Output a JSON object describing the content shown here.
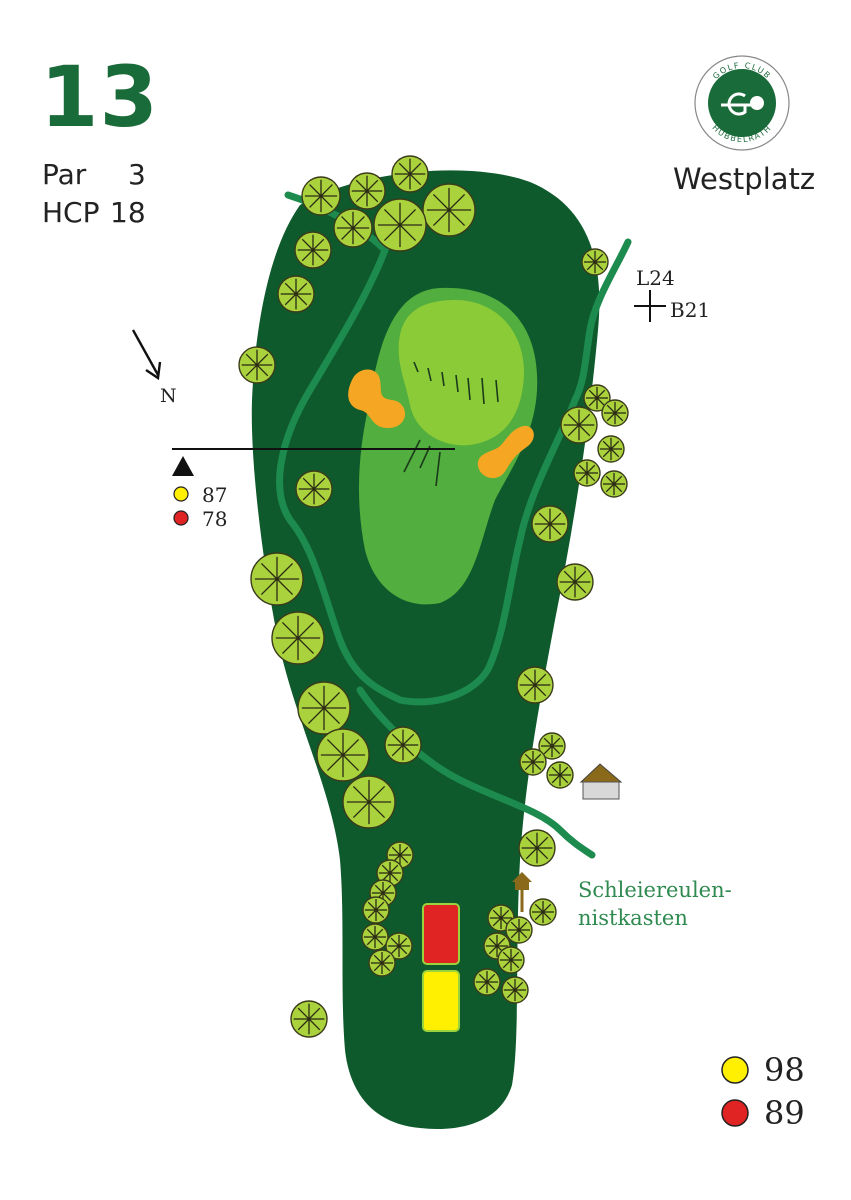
{
  "hole": {
    "number": "13",
    "par_label": "Par",
    "par": "3",
    "hcp_label": "HCP",
    "hcp": "18"
  },
  "course": {
    "name": "Westplatz"
  },
  "logo": {
    "top_text": "GOLF CLUB",
    "bottom_text": "HUBBELRATH",
    "color": "#1a6b3a"
  },
  "reference": {
    "l": "L24",
    "b": "B21"
  },
  "compass": {
    "label": "N"
  },
  "distance_marker": {
    "yellow": "87",
    "red": "78"
  },
  "annotation": {
    "line1": "Schleiereulen-",
    "line2": "nistkasten"
  },
  "tees": {
    "yellow": "98",
    "red": "89"
  },
  "colors": {
    "rough": "#0e5a2c",
    "fairway": "#52ae3e",
    "green": "#8ccb38",
    "bunker": "#f5a623",
    "path": "#1d8a4e",
    "tree": "#a9d23c",
    "tee_yellow": "#ffef00",
    "tee_red": "#e02424",
    "brand": "#1a6b3a"
  }
}
